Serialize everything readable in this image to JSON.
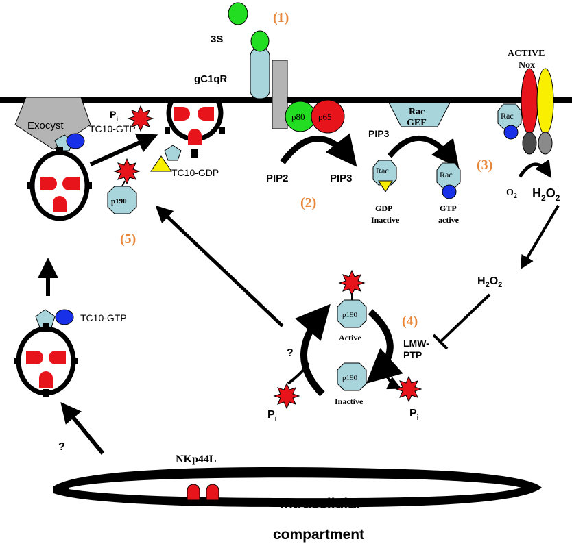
{
  "labels": {
    "step1": "(1)",
    "step2": "(2)",
    "step3": "(3)",
    "step4": "(4)",
    "step5": "(5)",
    "peptide_3s": "3S",
    "receptor_gc1qr": "gC1qR",
    "active": "ACTIVE",
    "nox": "Nox",
    "exocyst": "Exocyst",
    "pi": "P",
    "pi_sub": "i",
    "tc10_gtp": "TC10-GTP",
    "tc10_gdp": "TC10-GDP",
    "p80": "p80",
    "p65": "p65",
    "pip2": "PIP2",
    "pip3": "PIP3",
    "rac": "Rac",
    "gef": "GEF",
    "gdp": "GDP",
    "inactive_word": "Inactive",
    "gtp": "GTP",
    "active_word": "active",
    "o2": "O",
    "o2_sub": "2",
    "h": "H",
    "h2_sub": "2",
    "o": "O",
    "p190": "p190",
    "active_cap": "Active",
    "inactive_cap": "Inactive",
    "question": "?",
    "lmw": "LMW-",
    "ptp": "PTP",
    "nkp44l": "NKp44L",
    "intracellular": "Intracellular",
    "compartment": "compartment"
  },
  "colors": {
    "orange": "#e8873a",
    "red": "#e8141c",
    "green": "#22dd22",
    "blue": "#1830e8",
    "lightblue": "#a8d4dc",
    "yellow": "#f8f000",
    "gray": "#b4b4b4",
    "darkgray": "#707070"
  }
}
